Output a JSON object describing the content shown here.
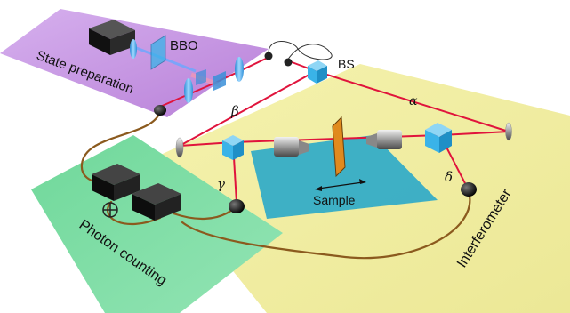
{
  "panels": {
    "state_preparation": {
      "label": "State preparation",
      "color": "#c79be0"
    },
    "photon_counting": {
      "label": "Photon counting",
      "color": "#7fd9a4"
    },
    "interferometer": {
      "label": "Interferometer",
      "color": "#f1ee9c"
    }
  },
  "components": {
    "crystal_label": "BBO",
    "beam_splitter_label": "BS",
    "sample_label": "Sample"
  },
  "paths": {
    "alpha": "α",
    "beta": "β",
    "gamma": "γ",
    "delta": "δ"
  },
  "colors": {
    "beam": "#e0143c",
    "pump_beam": "#6aa8ff",
    "fiber": "#8b5a1e",
    "optic_blue": "#3ab3e8",
    "sample_stage": "#2aa9c9",
    "sample": "#e08a1e"
  },
  "icons": [
    "laser-icon",
    "detector-icon",
    "counter-box-icon",
    "lens-icon",
    "cube-beamsplitter-icon",
    "mirror-icon",
    "objective-icon",
    "fiber-coupler-icon"
  ]
}
